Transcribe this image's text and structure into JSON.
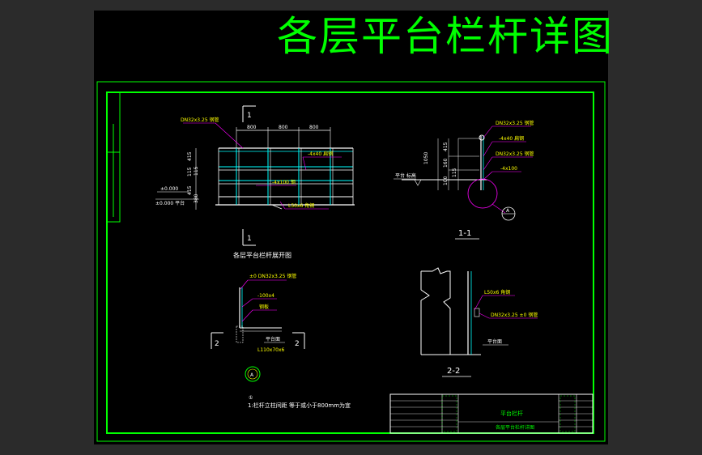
{
  "title": "各层平台栏杆详图",
  "colors": {
    "background": "#000000",
    "frame": "#00ff00",
    "line": "#ffffff",
    "dimension": "#00ffff",
    "annotation": "#ff00ff",
    "text": "#ffff00"
  },
  "elevation": {
    "caption": "各层平台栏杆展开图",
    "section_marker": "1",
    "dims_top": [
      "800",
      "800",
      "800"
    ],
    "dims_left": [
      "415",
      "115",
      "115",
      "415",
      "380"
    ],
    "notes": {
      "handrail_pipe": "DN32x3.25 钢管",
      "flat_bar": "-4x40 扁钢",
      "kick_plate": "-4x100 钢",
      "angle": "L50x6 角钢",
      "floor_ref_a": "±0.000",
      "floor_ref_b": "±0.000 平台"
    }
  },
  "section_1": {
    "label": "1-1",
    "dims": [
      "1050",
      "415",
      "160",
      "115",
      "100"
    ],
    "notes": [
      "DN32x3.25 钢管",
      "-4x40 扁钢",
      "DN32x3.25 钢管",
      "-4x100"
    ],
    "floor_note": "平台 标高",
    "detail_marker": "A"
  },
  "detail_a": {
    "marker_left": "2",
    "marker_right": "2",
    "notes": [
      "±0 DN32x3.25 钢管",
      "-100x4",
      "钢板",
      "平台面"
    ],
    "weld_note": "L110x70x6",
    "detail_marker": "A",
    "footnote_symbol": "①",
    "footnote": "1:栏杆立柱间距 等于或小于800mm为宜"
  },
  "section_2": {
    "label": "2-2",
    "notes": [
      "L50x6 角钢",
      "DN32x3.25 ±0 钢管",
      "平台面"
    ]
  },
  "title_block": {
    "center_top": "平台栏杆",
    "center_bottom": "各层平台栏杆详图"
  }
}
